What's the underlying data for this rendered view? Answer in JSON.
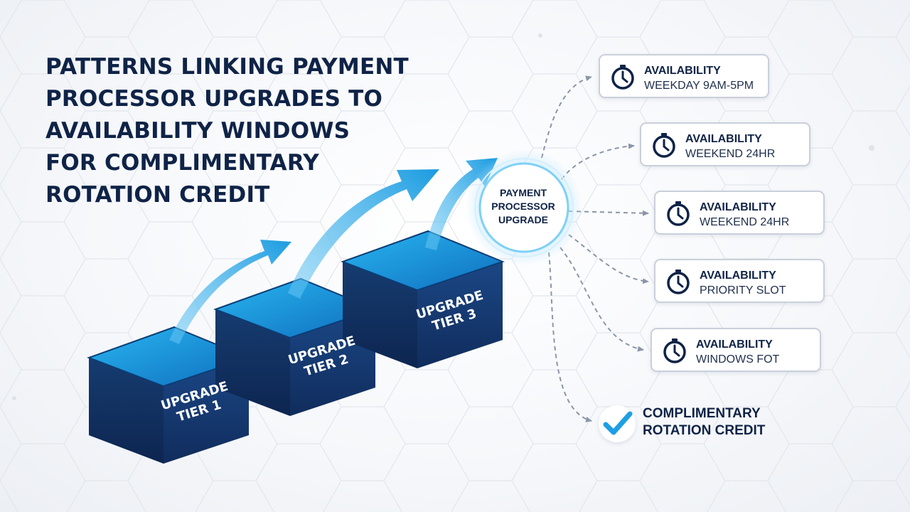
{
  "title_lines": [
    "PATTERNS LINKING PAYMENT",
    "PROCESSOR UPGRADES TO",
    "AVAILABILITY WINDOWS",
    "FOR COMPLIMENTARY",
    "ROTATION CREDIT"
  ],
  "tiers": [
    {
      "line1": "UPGRADE",
      "line2": "TIER 1"
    },
    {
      "line1": "UPGRADE",
      "line2": "TIER 2"
    },
    {
      "line1": "UPGRADE",
      "line2": "TIER 3"
    }
  ],
  "hub": {
    "line1": "PAYMENT",
    "line2": "PROCESSOR",
    "line3": "UPGRADE"
  },
  "availability": [
    {
      "label": "AVAILABILITY",
      "window": "WEEKDAY 9AM-5PM"
    },
    {
      "label": "AVAILABILITY",
      "window": "WEEKEND 24HR"
    },
    {
      "label": "AVAILABILITY",
      "window": "WEEKEND 24HR"
    },
    {
      "label": "AVAILABILITY",
      "window": "PRIORITY SLOT"
    },
    {
      "label": "AVAILABILITY",
      "window": "WINDOWS FOT"
    }
  ],
  "credit": {
    "line1": "COMPLIMENTARY",
    "line2": "ROTATION CREDIT"
  },
  "icons": {
    "availability": "stopwatch-icon",
    "credit": "checkmark-icon"
  },
  "colors": {
    "navy": "#0f2347",
    "cube_dark": "#143466",
    "cube_top": "#1a9be0",
    "arrow": "#1e9fe3",
    "connector": "#8a96a8",
    "check": "#1e9fe3"
  }
}
